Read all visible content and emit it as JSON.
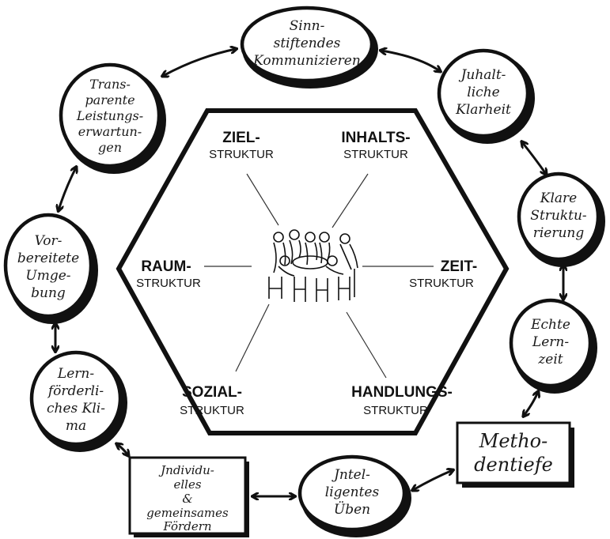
{
  "structures": {
    "ziel": {
      "title": "ZIEL-",
      "sub": "STRUKTUR"
    },
    "inhalts": {
      "title": "INHALTS-",
      "sub": "STRUKTUR"
    },
    "raum": {
      "title": "RAUM-",
      "sub": "STRUKTUR"
    },
    "zeit": {
      "title": "ZEIT-",
      "sub": "STRUKTUR"
    },
    "sozial": {
      "title": "SOZIAL-",
      "sub": "STRUKTUR"
    },
    "handlungs": {
      "title": "HANDLUNGS-",
      "sub": "STRUKTUR"
    }
  },
  "criteria": {
    "sinnstiftendes": [
      "Sinn-",
      "stiftendes",
      "Kommunizieren"
    ],
    "inhaltliche": [
      "Juhalt-",
      "liche",
      "Klarheit"
    ],
    "klare": [
      "Klare",
      "Struktu-",
      "rierung"
    ],
    "echte": [
      "Echte",
      "Lern-",
      "zeit"
    ],
    "methoden": [
      "Metho-",
      "dentiefe"
    ],
    "intelligentes": [
      "Jntel-",
      "ligentes",
      "Üben"
    ],
    "individuelles": [
      "Jndividu-",
      "elles",
      "&",
      "gemeinsames",
      "Fördern"
    ],
    "lernfoerderliches": [
      "Lern-",
      "förderli-",
      "ches Kli-",
      "ma"
    ],
    "vorbereitete": [
      "Vor-",
      "bereitete",
      "Umge-",
      "bung"
    ],
    "transparente": [
      "Trans-",
      "parente",
      "Leistungs-",
      "erwartun-",
      "gen"
    ]
  },
  "center_image": "group-of-people-in-circle"
}
